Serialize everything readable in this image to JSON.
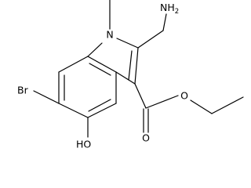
{
  "molecule": {
    "atoms": {
      "amine": "NH",
      "amine_subscript": "2",
      "ring_nitrogen": "N",
      "methyl": "",
      "bromine": "Br",
      "hydroxyl": "HO",
      "ester_oxygen": "O",
      "carbonyl_oxygen": "O"
    },
    "colors": {
      "bond": "#000000",
      "label": "#000000",
      "background": "#ffffff"
    }
  }
}
